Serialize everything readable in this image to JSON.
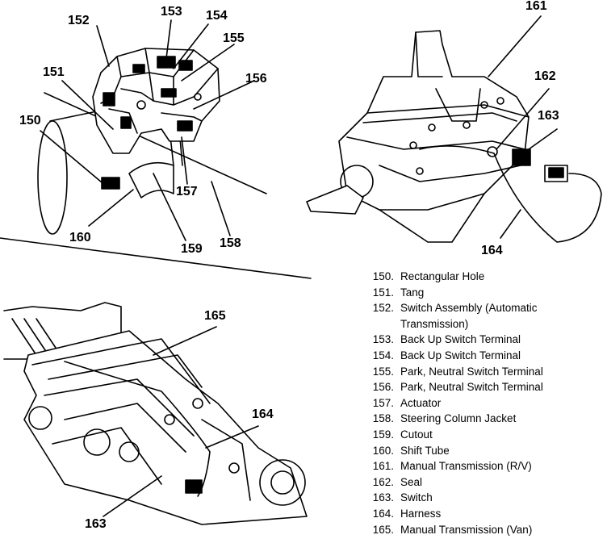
{
  "callouts": {
    "c150": "150",
    "c151": "151",
    "c152": "152",
    "c153": "153",
    "c154": "154",
    "c155": "155",
    "c156": "156",
    "c157": "157",
    "c158": "158",
    "c159": "159",
    "c160": "160",
    "c161": "161",
    "c162": "162",
    "c163a": "163",
    "c163b": "163",
    "c164a": "164",
    "c164b": "164",
    "c165": "165"
  },
  "legend": [
    {
      "num": "150.",
      "text": "Rectangular Hole"
    },
    {
      "num": "151.",
      "text": "Tang"
    },
    {
      "num": "152.",
      "text": "Switch Assembly (Automatic\nTransmission)"
    },
    {
      "num": "153.",
      "text": "Back Up Switch Terminal"
    },
    {
      "num": "154.",
      "text": "Back Up Switch Terminal"
    },
    {
      "num": "155.",
      "text": "Park, Neutral Switch Terminal"
    },
    {
      "num": "156.",
      "text": "Park, Neutral Switch Terminal"
    },
    {
      "num": "157.",
      "text": "Actuator"
    },
    {
      "num": "158.",
      "text": "Steering Column Jacket"
    },
    {
      "num": "159.",
      "text": "Cutout"
    },
    {
      "num": "160.",
      "text": "Shift Tube"
    },
    {
      "num": "161.",
      "text": "Manual Transmission (R/V)"
    },
    {
      "num": "162.",
      "text": "Seal"
    },
    {
      "num": "163.",
      "text": "Switch"
    },
    {
      "num": "164.",
      "text": "Harness"
    },
    {
      "num": "165.",
      "text": "Manual Transmission (Van)"
    }
  ]
}
